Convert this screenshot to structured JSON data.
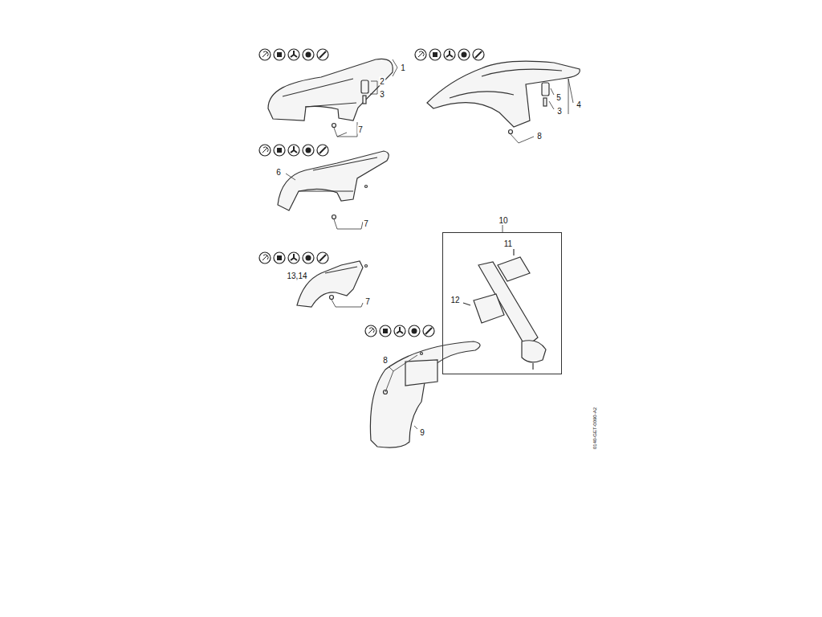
{
  "diagram": {
    "nodes": [
      {
        "text": [
          "10",
          "11",
          "12"
        ]
      }
    ],
    "labels": [
      "1",
      "2",
      "3",
      "7",
      "5",
      "4",
      "3",
      "8",
      "6",
      "7",
      "13,14",
      "7",
      "8",
      "9",
      "0140-GET-0090-A2"
    ]
  }
}
